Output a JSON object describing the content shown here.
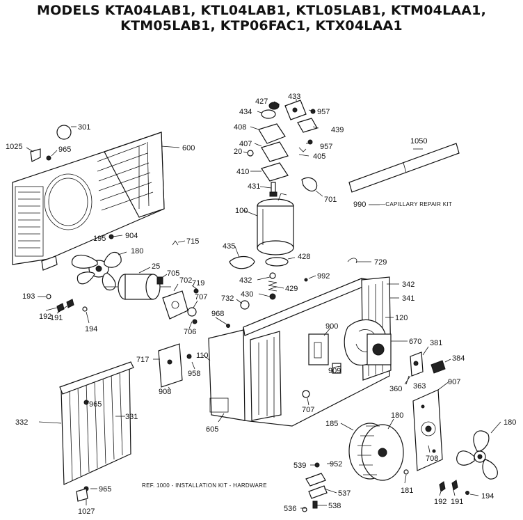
{
  "title": {
    "line1": "MODELS KTA04LAB1, KTL04LAB1, KTL05LAB1, KTM04LAA1,",
    "line2": "KTM05LAB1, KTP06FAC1, KTX04LAA1"
  },
  "notes": {
    "capillary": "—CAPILLARY REPAIR KIT",
    "installation": "REF. 1000 - INSTALLATION KIT - HARDWARE"
  },
  "labels": {
    "p427": "427",
    "p433": "433",
    "p434": "434",
    "p957a": "957",
    "p408": "408",
    "p439": "439",
    "p407": "407",
    "p957b": "957",
    "p20": "20",
    "p405": "405",
    "p410": "410",
    "p431": "431",
    "p701": "701",
    "p100": "100",
    "p435": "435",
    "p428": "428",
    "p729": "729",
    "p432": "432",
    "p992": "992",
    "p429": "429",
    "p430": "430",
    "p732": "732",
    "p301": "301",
    "p1025": "1025",
    "p965a": "965",
    "p600": "600",
    "p195": "195",
    "p904": "904",
    "p715": "715",
    "p180a": "180",
    "p25": "25",
    "p705": "705",
    "p702": "702",
    "p719": "719",
    "p707a": "707",
    "p706": "706",
    "p193": "193",
    "p192a": "192",
    "p191a": "191",
    "p194a": "194",
    "p968": "968",
    "p1050": "1050",
    "p990": "990",
    "p342": "342",
    "p341": "341",
    "p120": "120",
    "p900": "900",
    "p670": "670",
    "p381": "381",
    "p384": "384",
    "p909": "909",
    "p360": "360",
    "p363": "363",
    "p907": "907",
    "p717": "717",
    "p958": "958",
    "p110": "110",
    "p908": "908",
    "p707b": "707",
    "p332": "332",
    "p965b": "965",
    "p331": "331",
    "p605": "605",
    "p185": "185",
    "p180b": "180",
    "p708": "708",
    "p180c": "180",
    "p539": "539",
    "p952": "952",
    "p537": "537",
    "p965c": "965",
    "p1027": "1027",
    "p181": "181",
    "p192b": "192",
    "p191b": "191",
    "p194b": "194",
    "p536": "536",
    "p538": "538"
  }
}
